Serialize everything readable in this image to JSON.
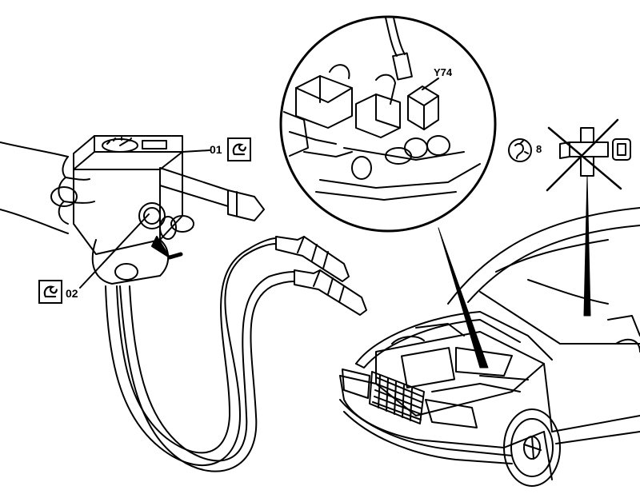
{
  "callouts": {
    "tester": "01",
    "lead": "02",
    "valve": "Y74",
    "circle_ref": "8"
  },
  "icons": {
    "tool": "special-tool-icon",
    "warning": "fingerprint-warning-icon",
    "vacuum": "vacuum-connector-icon"
  },
  "colors": {
    "line": "#000000",
    "background": "#ffffff"
  }
}
